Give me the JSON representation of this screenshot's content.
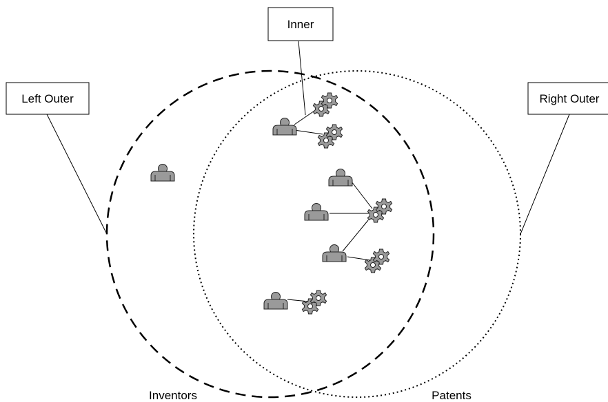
{
  "boxes": {
    "inner": "Inner",
    "left_outer": "Left Outer",
    "right_outer": "Right Outer"
  },
  "circles": {
    "inventors": "Inventors",
    "patents": "Patents"
  },
  "icons": {
    "person": "person-icon",
    "gear_pair": "gear-pair-icon"
  },
  "colors": {
    "icon_fill": "#9a9a9a",
    "stroke": "#000000"
  }
}
